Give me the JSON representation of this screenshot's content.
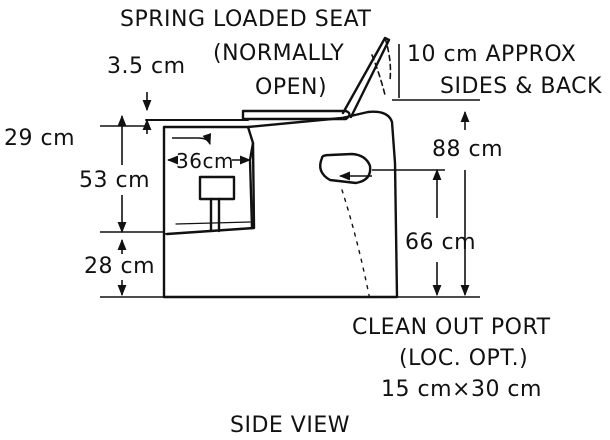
{
  "labels": {
    "spring_line1": "SPRING LOADED SEAT",
    "spring_line2": "(NORMALLY",
    "spring_line3": "OPEN)",
    "dim_3_5": "3.5 cm",
    "dim_10_line1": "10 cm APPROX",
    "dim_10_line2": "SIDES & BACK",
    "dim_29": "29 cm",
    "dim_36": "36cm",
    "dim_53": "53 cm",
    "dim_88": "88 cm",
    "dim_66": "66 cm",
    "dim_28": "28 cm",
    "clean_line1": "CLEAN OUT PORT",
    "clean_line2": "(LOC. OPT.)",
    "clean_line3": "15 cm×30 cm",
    "view_title": "SIDE VIEW"
  },
  "colors": {
    "ink": "#111111",
    "paper": "#ffffff"
  }
}
